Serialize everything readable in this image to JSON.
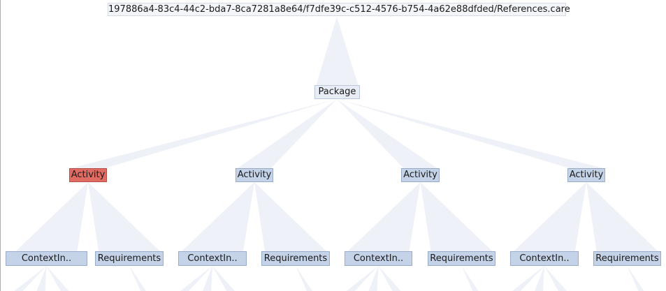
{
  "tree": {
    "root_label": "197886a4-83c4-44c2-bda7-8ca7281a8e64/f7dfe39c-c512-4576-b754-4a62e88dfded/References.care",
    "package_label": "Package",
    "activities": [
      {
        "label": "Activity",
        "selected": true,
        "children": [
          "ContextIn..",
          "Requirements"
        ]
      },
      {
        "label": "Activity",
        "selected": false,
        "children": [
          "ContextIn..",
          "Requirements"
        ]
      },
      {
        "label": "Activity",
        "selected": false,
        "children": [
          "ContextIn..",
          "Requirements"
        ]
      },
      {
        "label": "Activity",
        "selected": false,
        "children": [
          "ContextIn..",
          "Requirements"
        ]
      }
    ]
  },
  "colors": {
    "edge": "#eef1f7",
    "selected": "#e06b62",
    "node": "#c5d3e8"
  }
}
